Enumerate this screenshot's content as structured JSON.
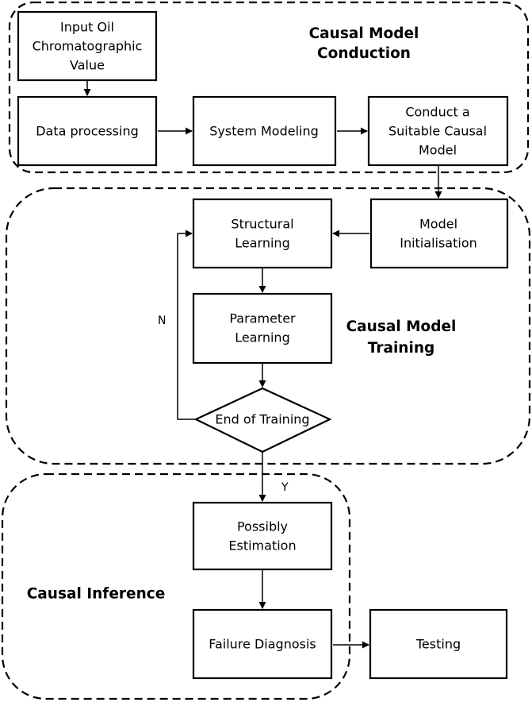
{
  "regions": {
    "conduction": [
      "Causal Model",
      "Conduction"
    ],
    "training": [
      "Causal Model",
      "Training"
    ],
    "inference": [
      "Causal Inference"
    ]
  },
  "nodes": {
    "input": [
      "Input Oil",
      "Chromatographic",
      "Value"
    ],
    "data_processing": [
      "Data processing"
    ],
    "system_modeling": [
      "System Modeling"
    ],
    "conduct_model": [
      "Conduct a",
      "Suitable Causal",
      "Model"
    ],
    "model_init": [
      "Model",
      "Initialisation"
    ],
    "structural": [
      "Structural",
      "Learning"
    ],
    "parameter": [
      "Parameter",
      "Learning"
    ],
    "end_training": [
      "End of Training"
    ],
    "possibly": [
      "Possibly",
      "Estimation"
    ],
    "failure": [
      "Failure Diagnosis"
    ],
    "testing": [
      "Testing"
    ]
  },
  "edge_labels": {
    "no": "N",
    "yes": "Y"
  }
}
